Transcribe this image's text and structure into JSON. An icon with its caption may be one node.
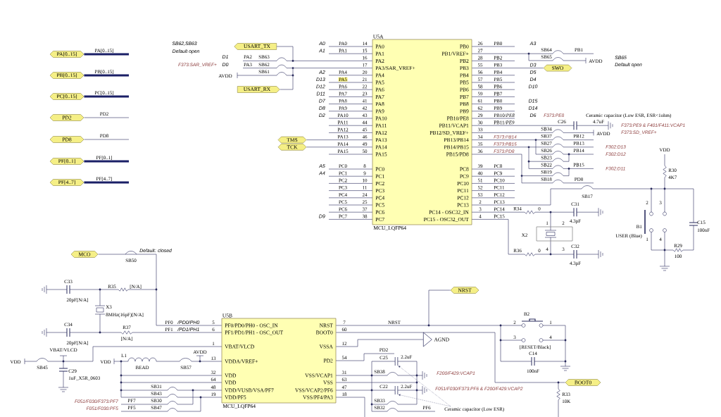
{
  "diagram": {
    "nodes": [
      {
        "text": [
          "PA[0..15]"
        ]
      },
      {
        "text": [
          "PB[0..15]"
        ]
      },
      {
        "text": [
          "PC[0..15]"
        ]
      },
      {
        "text": [
          "PD2"
        ]
      },
      {
        "text": [
          "PD8"
        ]
      },
      {
        "text": [
          "PF[0..1]"
        ]
      },
      {
        "text": [
          "PF[4..7]"
        ]
      },
      {
        "text": [
          "USART_TX"
        ]
      },
      {
        "text": [
          "USART_RX"
        ]
      },
      {
        "text": [
          "TMS"
        ]
      },
      {
        "text": [
          "TCK"
        ]
      },
      {
        "text": [
          "U5A",
          "MCU_LQFP64"
        ]
      },
      {
        "text": [
          "SWO"
        ]
      },
      {
        "text": [
          "MCO"
        ]
      },
      {
        "text": [
          "U5B",
          "MCU_LQFP64"
        ]
      },
      {
        "text": [
          "NRST"
        ]
      },
      {
        "text": [
          "AGND"
        ]
      },
      {
        "text": [
          "BOOT0"
        ]
      },
      {
        "text": [
          "Ceramic capacitor (Low ESR)"
        ]
      },
      {
        "text": [],
        "shape": "capacitor"
      },
      {
        "text": [],
        "shape": "capacitor"
      }
    ],
    "edges": [
      {
        "from": 0,
        "to": null,
        "arrow": "none",
        "label": "PA[0..15]",
        "style": "thick"
      },
      {
        "from": 1,
        "to": null,
        "arrow": "none",
        "label": "PB[0..15]",
        "style": "thick"
      },
      {
        "from": 2,
        "to": null,
        "arrow": "none",
        "label": "PC[0..15]",
        "style": "thick"
      },
      {
        "from": 3,
        "to": null,
        "arrow": "none",
        "label": "PD2"
      },
      {
        "from": 4,
        "to": null,
        "arrow": "none",
        "label": "PD8"
      },
      {
        "from": 5,
        "to": null,
        "arrow": "none",
        "label": "PF[0..1]",
        "style": "thick"
      },
      {
        "from": 6,
        "to": null,
        "arrow": "none",
        "label": "PF[4..7]",
        "style": "thick"
      },
      {
        "from": 7,
        "to": 11,
        "arrow": "none"
      },
      {
        "from": 8,
        "to": 11,
        "arrow": "none"
      },
      {
        "from": 9,
        "to": 11,
        "arrow": "none"
      },
      {
        "from": 10,
        "to": 11,
        "arrow": "none"
      },
      {
        "from": 11,
        "to": 12,
        "arrow": "none"
      },
      {
        "from": 13,
        "to": 14,
        "arrow": "none"
      },
      {
        "from": 15,
        "to": 14,
        "arrow": "none"
      },
      {
        "from": 16,
        "to": 14,
        "arrow": "none"
      },
      {
        "from": 14,
        "to": 17,
        "arrow": "none"
      },
      {
        "from": 18,
        "to": 19,
        "arrow": "to",
        "style": "dashed"
      },
      {
        "from": 18,
        "to": 20,
        "arrow": "to",
        "style": "dashed"
      }
    ],
    "labels": [
      "SB62,SB63",
      "Default open",
      "D1",
      "PA2",
      "SB63",
      "F373:SAR_VREF+",
      "D0",
      "PA3",
      "SB62",
      "AVDD",
      "SB61",
      "A0",
      "PA0",
      "14",
      "PA0",
      "A1",
      "PA1",
      "15",
      "PA1",
      "16",
      "PA2",
      "17",
      "PA3/SAR_VREF+",
      "A2",
      "PA4",
      "20",
      "PA4",
      "D13",
      "PA5",
      "21",
      "PA5",
      "D12",
      "PA6",
      "22",
      "PA6",
      "D11",
      "PA7",
      "23",
      "PA7",
      "D7",
      "PA8",
      "41",
      "PA8",
      "D8",
      "PA9",
      "42",
      "PA9",
      "D2",
      "PA10",
      "43",
      "PA10",
      "PA11",
      "44",
      "PA11",
      "PA12",
      "45",
      "PA12",
      "PA13",
      "46",
      "PA13",
      "PA14",
      "49",
      "PA14",
      "PA15",
      "50",
      "PA15",
      "A5",
      "PC0",
      "8",
      "PC0",
      "A4",
      "PC1",
      "9",
      "PC1",
      "PC2",
      "10",
      "PC2",
      "PC3",
      "11",
      "PC3",
      "PC4",
      "24",
      "PC4",
      "PC5",
      "25",
      "PC5",
      "PC6",
      "37",
      "PC6",
      "D9",
      "PC7",
      "38",
      "PC7",
      "PB0",
      "26",
      "PB0",
      "A3",
      "PB1/VREF+",
      "27",
      "PB2",
      "28",
      "PB2",
      "PB3",
      "55",
      "PB3",
      "D3",
      "PB4",
      "56",
      "PB4",
      "D5",
      "PB5",
      "57",
      "PB5",
      "D4",
      "PB6",
      "58",
      "PB6",
      "D10",
      "PB7",
      "59",
      "PB7",
      "PB8",
      "61",
      "PB8",
      "D15",
      "PB9",
      "62",
      "PB9",
      "D14",
      "PB10/PE8",
      "29",
      "PB10/*PE8*",
      "D6",
      "PB11/VCAP1",
      "30",
      "PB11/*PE9*",
      "PB12/SD_VREF+",
      "33",
      "PB13/PB14",
      "34",
      "F373:PB14",
      "PB14/PB15",
      "35",
      "F373:PB15",
      "PB15/PD8",
      "36",
      "F373:PD8",
      "PC8",
      "39",
      "PC8",
      "PC9",
      "40",
      "PC9",
      "PC10",
      "51",
      "PC10",
      "PC11",
      "52",
      "PC11",
      "PC12",
      "53",
      "PC12",
      "PC13",
      "2",
      "PC13",
      "PC14 - OSC32_IN",
      "3",
      "PC14",
      "PC15 - OSC32_OUT",
      "4",
      "PC15",
      "SB64",
      "PB1",
      "SB65",
      "AVDD",
      "SB65",
      "Default open",
      "F373:PE8",
      "Ceramic capacitor (Low ESR, ESR<1ohm)",
      "C26",
      "4.7uF",
      "F373:PE9 & F401/F411:VCAP1",
      "F373:SD_VREF+",
      "SB34",
      "AVDD",
      "SB37",
      "PB12",
      "SB27",
      "PB13",
      "F302:D13",
      "SB26",
      "PB14",
      "F302:D12",
      "SB23",
      "SB22",
      "PB15",
      "F302:D11",
      "SB19",
      "SB18",
      "PD8",
      "VDD",
      "R30",
      "4K7",
      "SB17",
      "R34",
      "0",
      "C31",
      "4.3pF",
      "X2",
      "1",
      "2",
      "4",
      "3",
      "R36",
      "0",
      "C32",
      "4.3pF",
      "B1",
      "USER (Blue)",
      "2",
      "3",
      "1",
      "4",
      "C15",
      "100nF",
      "R29",
      "100",
      "Default: closed",
      "SB50",
      "C33",
      "20pF[N/A]",
      "R35",
      "[N/A]",
      "X3",
      "8MHz(16pF)[N/A]",
      "C34",
      "20pF[N/A]",
      "R37",
      "[N/A]",
      "VBAT/VLCD",
      "VDD",
      "SB45",
      "C29",
      "1uF_X5R_0603",
      "VDD",
      "L1",
      "BEAD",
      "SB57",
      "AVDD",
      "SB31",
      "SB43",
      "F051/F030/F373:PF7",
      "PF7",
      "SB30",
      "F051/F030:PF5",
      "PF5",
      "SB47",
      "PF0",
      "/PD0/PH0",
      "5",
      "PF0/PD0/PH0 - OSC_IN",
      "PF1",
      "/PD1/PH1",
      "6",
      "PF1/PD1/PH1 - OSC_OUT",
      "1",
      "VBAT/VLCD",
      "13",
      "VDDA/VREF+",
      "32",
      "VDD",
      "64",
      "VDD",
      "48",
      "VDD/VUSB/VSA/PF7",
      "19",
      "VDD/PF5",
      "NRST",
      "7",
      "BOOT0",
      "60",
      "VSSA",
      "12",
      "PD2",
      "54",
      "VSS/VCAP1",
      "31",
      "VSS",
      "63",
      "VSS/VCAP2/PF6",
      "47",
      "VSS/PF4/PA3",
      "18",
      "NRST",
      "PD2",
      "C25",
      "2.2uF",
      "SB38",
      "F200/F429:VCAP1",
      "C22",
      "2.2uF",
      "F051/F030/F373:PF6 & F200/F429:VCAP2",
      "SB33",
      "SB32",
      "PF6",
      "B2",
      "2",
      "1",
      "3",
      "4",
      "[RESET/Black]",
      "C14",
      "100nF",
      "R33",
      "10K"
    ]
  }
}
